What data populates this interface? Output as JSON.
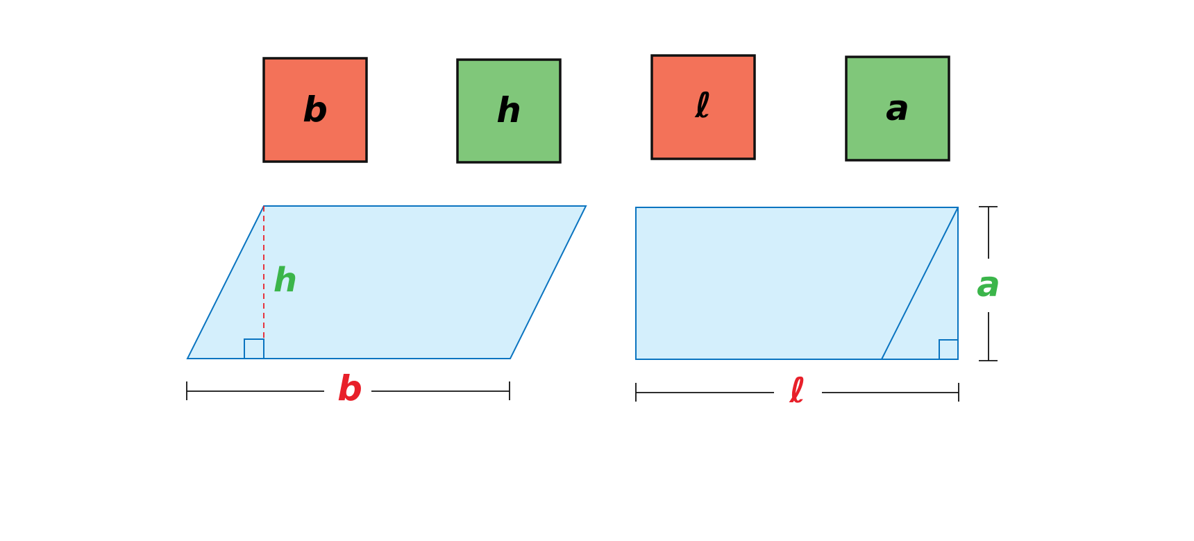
{
  "tiles": [
    {
      "label": "b",
      "color": "#f37259"
    },
    {
      "label": "h",
      "color": "#80c77a"
    },
    {
      "label": "ℓ",
      "color": "#f37259"
    },
    {
      "label": "a",
      "color": "#80c77a"
    }
  ],
  "parallelogram": {
    "base_label": "b",
    "height_label": "h"
  },
  "rectangle": {
    "length_label": "ℓ",
    "width_label": "a"
  },
  "colors": {
    "fill": "#d4effc",
    "stroke": "#0a74c0",
    "red_label": "#e8202a",
    "green_label": "#3bb54a",
    "dash": "#e8202a"
  }
}
